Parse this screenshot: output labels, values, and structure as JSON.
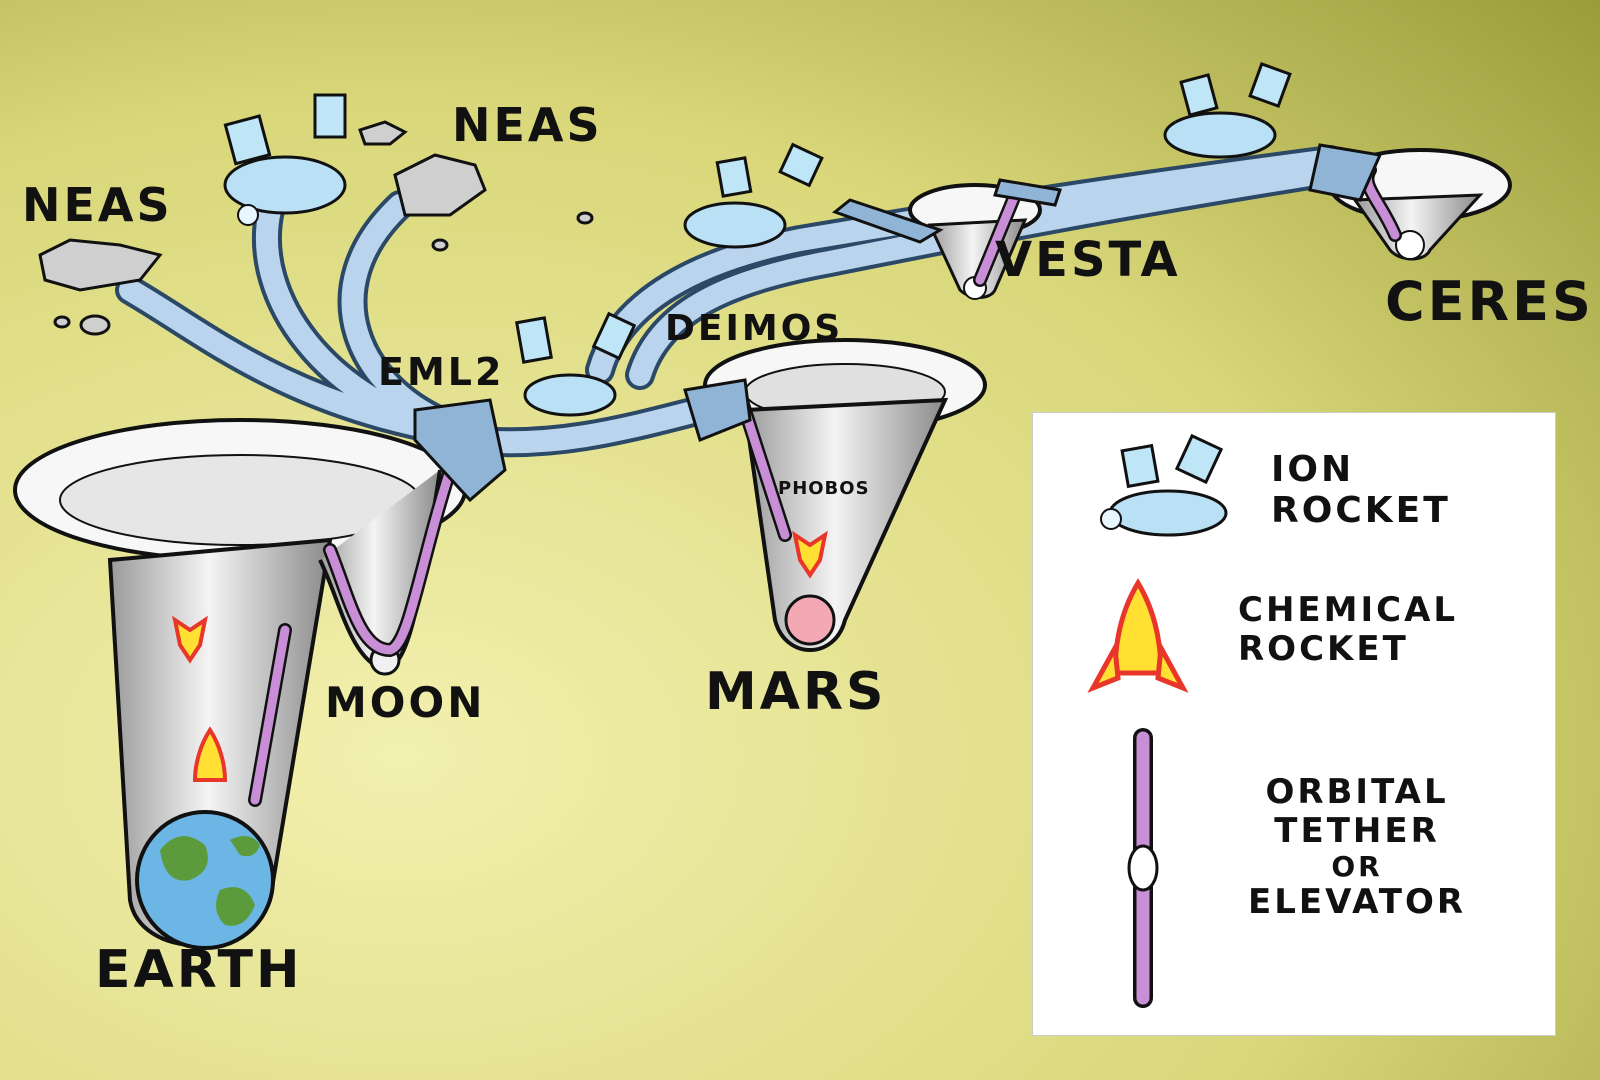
{
  "labels": {
    "neas_left": "NEAS",
    "neas_top": "NEAS",
    "eml2": "EML2",
    "deimos": "DEIMOS",
    "phobos": "PHOBOS",
    "vesta": "VESTA",
    "ceres": "CERES",
    "earth": "EARTH",
    "moon": "MOON",
    "mars": "MARS"
  },
  "legend": {
    "ion_line1": "ION",
    "ion_line2": "ROCKET",
    "chem_line1": "CHEMICAL",
    "chem_line2": "ROCKET",
    "tether_line1": "ORBITAL",
    "tether_line2": "TETHER",
    "tether_line3": "OR",
    "tether_line4": "ELEVATOR"
  },
  "colors": {
    "background_light": "#f1efaa",
    "background_dark": "#8f922f",
    "track": "#b9d4ec",
    "track_outline": "#2b4966",
    "tether": "#c98fd6",
    "rocket_red": "#e8362a",
    "rocket_yellow": "#ffe033"
  }
}
